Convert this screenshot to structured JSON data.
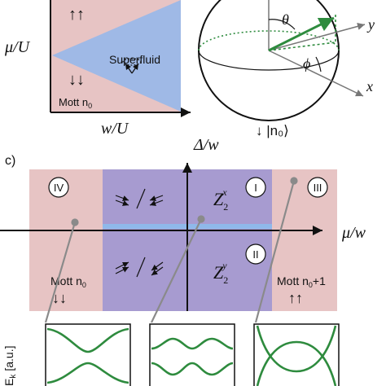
{
  "panel_a": {
    "y_axis_label": "μ/U",
    "x_axis_label": "w/U",
    "region_superfluid": "Superfluid",
    "region_mott": "Mott n",
    "region_mott_sub": "0",
    "spin_up_up": "↑↑",
    "spin_down_down": "↓↓",
    "colors": {
      "mott": "#e7c4c4",
      "superfluid": "#9fb9e6"
    }
  },
  "panel_b": {
    "axis_y": "y",
    "axis_x": "x",
    "angle_theta": "θ",
    "angle_phi": "ϕ",
    "state_label": "↓ |n₀⟩",
    "colors": {
      "vector": "#2e8b3e"
    }
  },
  "panel_c": {
    "label": "c)",
    "y_axis_label": "Δ/w",
    "x_axis_label": "μ/w",
    "regions": {
      "r1": "I",
      "r2": "II",
      "r3": "III",
      "r4": "IV"
    },
    "z2x_main": "Z",
    "z2x_sub": "2",
    "z2x_sup": "x",
    "z2y_main": "Z",
    "z2y_sub": "2",
    "z2y_sup": "y",
    "mott_left": "Mott n",
    "mott_left_sub": "0",
    "mott_left_spins": "↓↓",
    "mott_right": "Mott n",
    "mott_right_sub": "0",
    "mott_right_tail": "+1",
    "mott_right_spins": "↑↑",
    "colors": {
      "mott": "#e7c4c4",
      "z2": "#a79bd0",
      "line": "#8fb8ea"
    }
  },
  "panel_d": {
    "ylabel_main": "E",
    "ylabel_sub": "k",
    "ylabel_unit": "[a.u.]",
    "colors": {
      "band": "#2e8b3e"
    }
  }
}
